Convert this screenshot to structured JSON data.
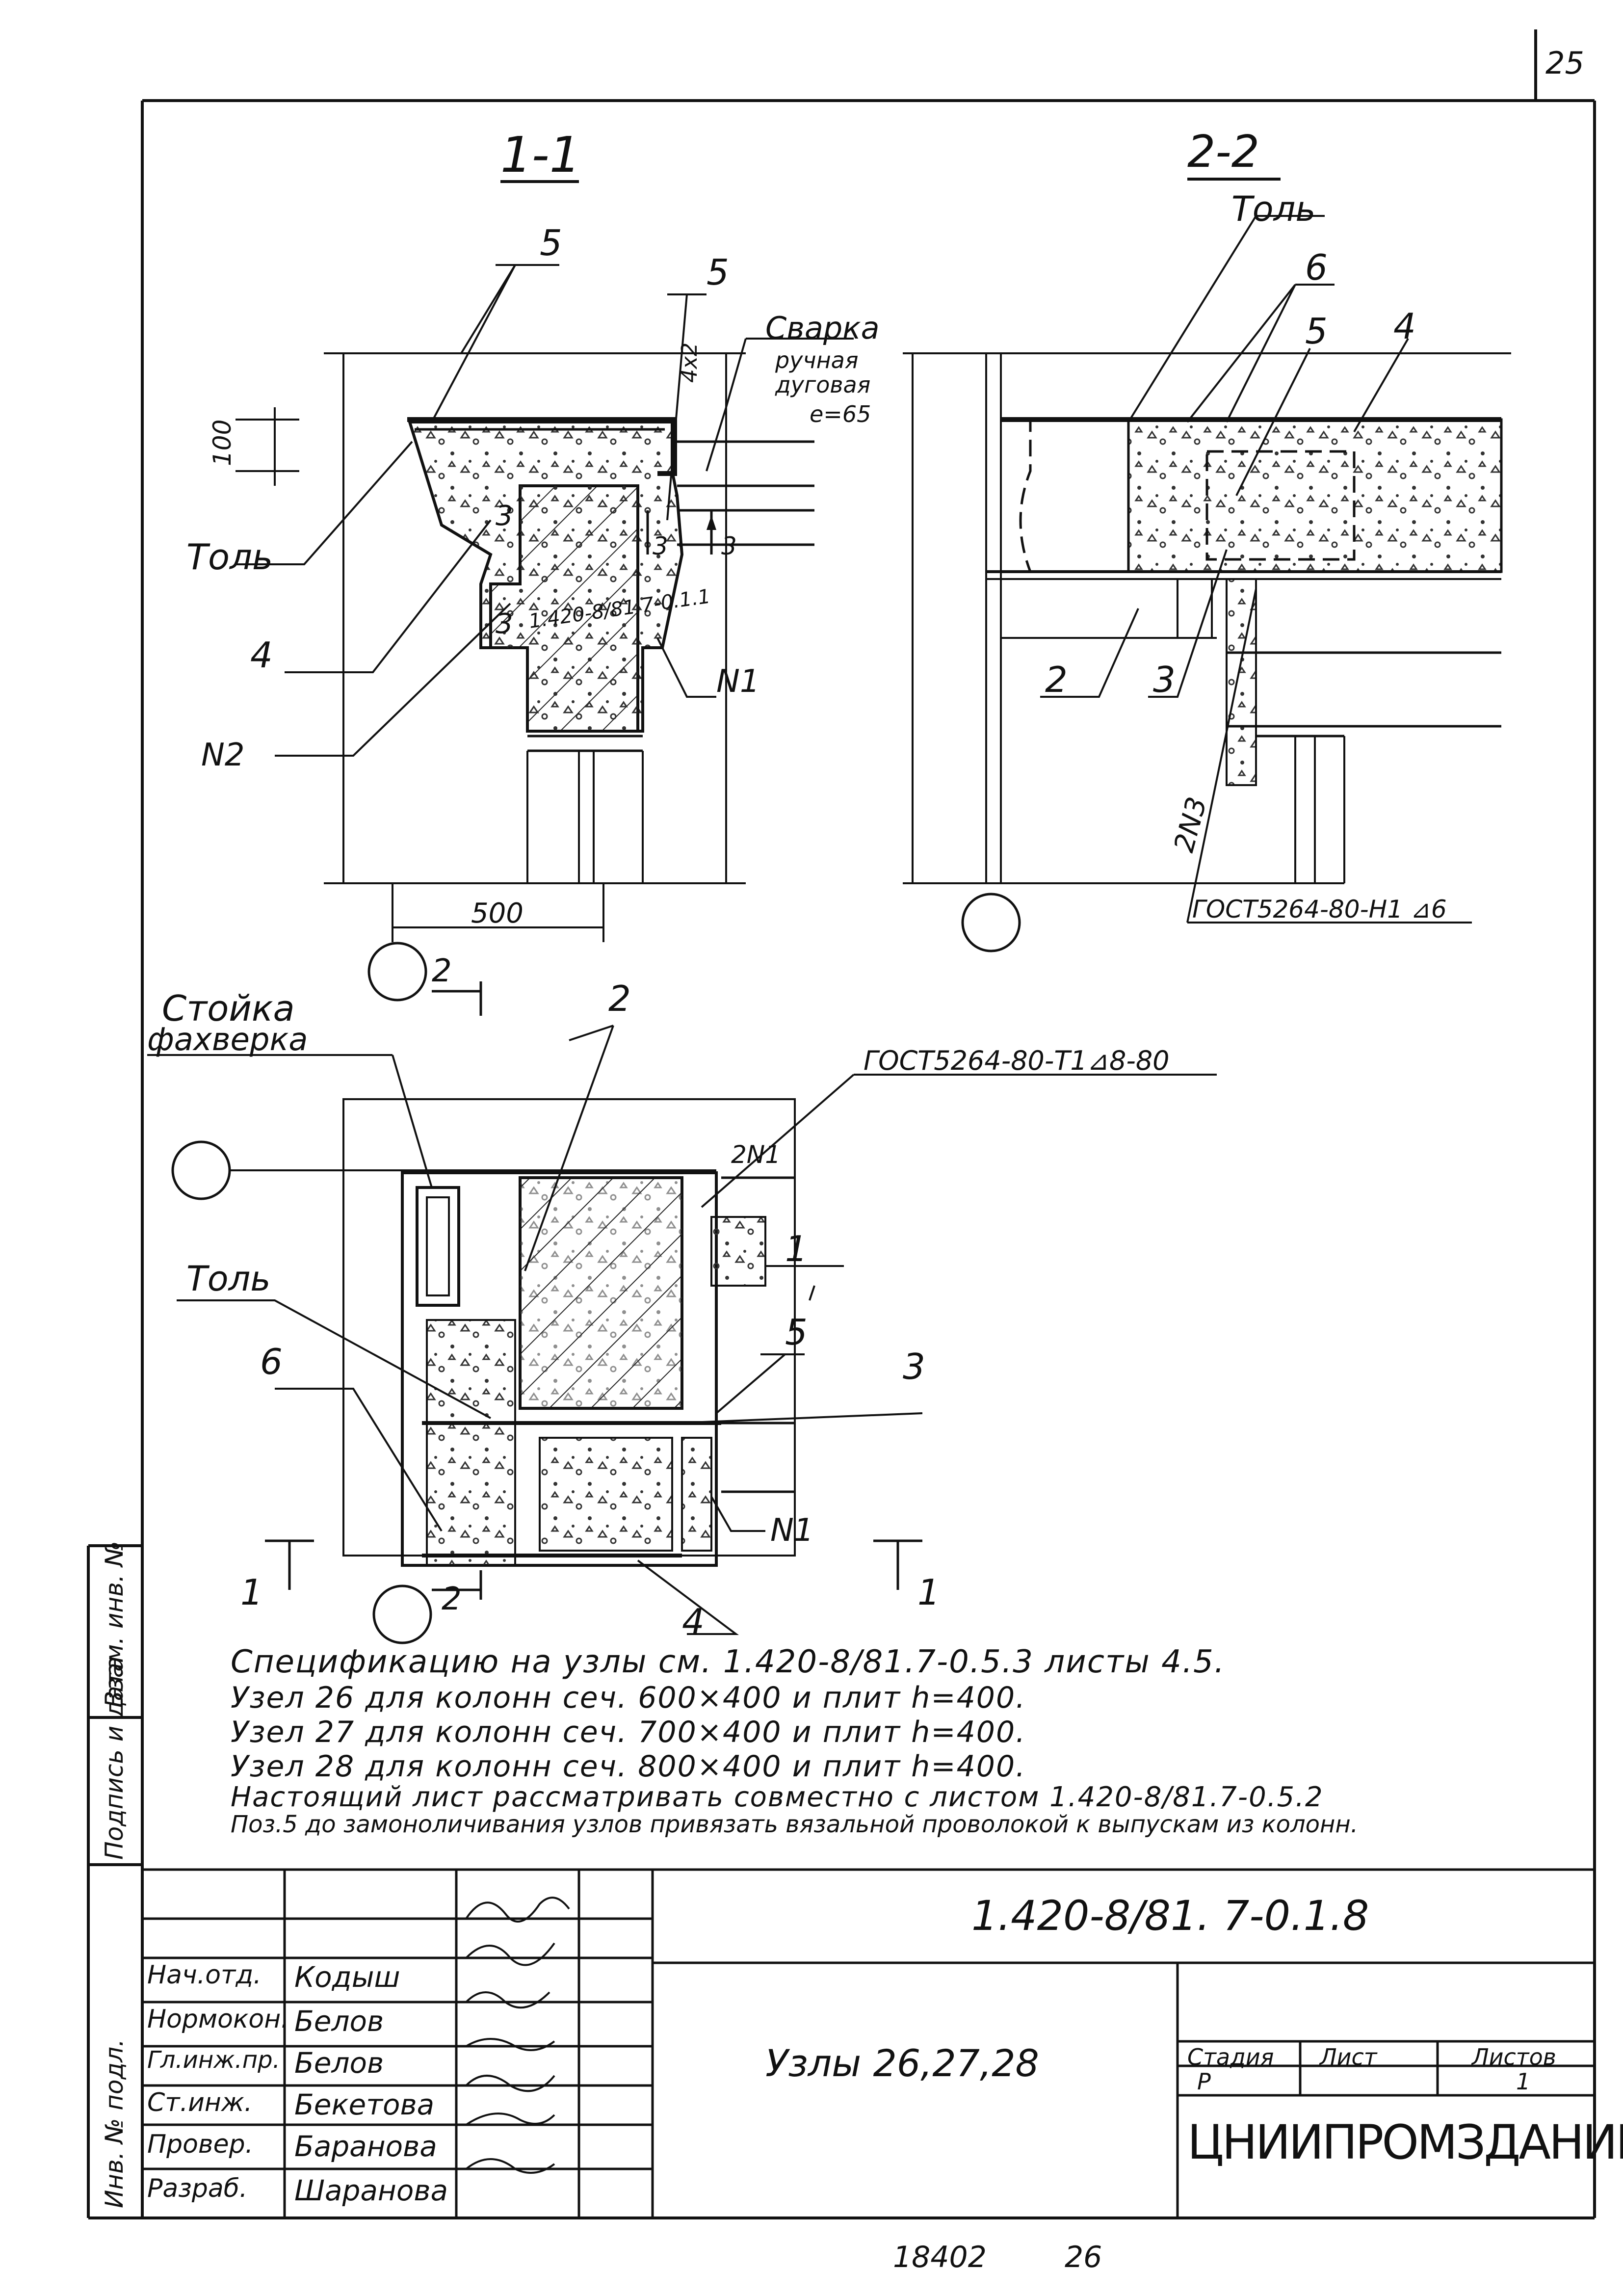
{
  "page_number": "25",
  "sections": {
    "s11": {
      "title": "1-1",
      "labels": {
        "five_a": "5",
        "five_b": "5",
        "weld_title": "Сварка",
        "weld_line1": "ручная",
        "weld_line2": "дуговая",
        "weld_e": "e=65",
        "four_x2": "4х2",
        "dim_100": "100",
        "tol": "Толь",
        "three_a": "3",
        "three_b": "3",
        "three_c": "3",
        "three_d": "3",
        "mark_code": "1.420-8/81.7-0.1.1",
        "four": "4",
        "n1": "N1",
        "n2": "N2",
        "dim_500": "500"
      }
    },
    "s22": {
      "title": "2-2",
      "labels": {
        "tol": "Толь",
        "six": "6",
        "five": "5",
        "four": "4",
        "two": "2",
        "three": "3",
        "two_n3": "2N3",
        "gost": "ГОСТ5264-80-Н1 ⊿6"
      }
    },
    "plan": {
      "labels": {
        "stoika": "Стойка",
        "fachwerk": "фахверка",
        "cut2_top": "2",
        "cut2_bottom": "2",
        "two": "2",
        "gost": "ГОСТ5264-80-Т1⊿8-80",
        "two_n1": "2N1",
        "one": "1",
        "five": "5",
        "three": "3",
        "tol": "Толь",
        "six": "6",
        "n1": "N1",
        "four": "4",
        "cut1_left": "1",
        "cut1_right": "1"
      }
    }
  },
  "notes": [
    "Спецификацию на узлы см. 1.420-8/81.7-0.5.3 листы 4.5.",
    "Узел 26 для колонн сеч. 600×400 и плит h=400.",
    "Узел 27 для колонн сеч. 700×400 и плит h=400.",
    "Узел 28 для колонн сеч. 800×400 и плит h=400.",
    "Настоящий лист рассматривать совместно с листом 1.420-8/81.7-0.5.2",
    "Поз.5 до замоноличивания узлов привязать вязальной проволокой к выпускам из колонн."
  ],
  "side_stamp": {
    "vzam": "Взам. инв. №",
    "podpis": "Подпись и дата",
    "inv": "Инв. № подл."
  },
  "title_block": {
    "doc_code": "1.420-8/81. 7-0.1.8",
    "title": "Узлы 26,27,28",
    "stage_header": "Стадия",
    "sheet_header": "Лист",
    "sheets_header": "Листов",
    "stage": "Р",
    "sheets": "1",
    "org": "ЦНИИПРОМЗДАНИЙ",
    "staff": [
      {
        "role": "Нач.отд.",
        "name": "Кодыш"
      },
      {
        "role": "Нормокон.",
        "name": "Белов"
      },
      {
        "role": "Гл.инж.пр.",
        "name": "Белов"
      },
      {
        "role": "Ст.инж.",
        "name": "Бекетова"
      },
      {
        "role": "Провер.",
        "name": "Баранова"
      },
      {
        "role": "Разраб.",
        "name": "Шаранова"
      }
    ]
  },
  "footer": {
    "num_a": "18402",
    "num_b": "26"
  }
}
